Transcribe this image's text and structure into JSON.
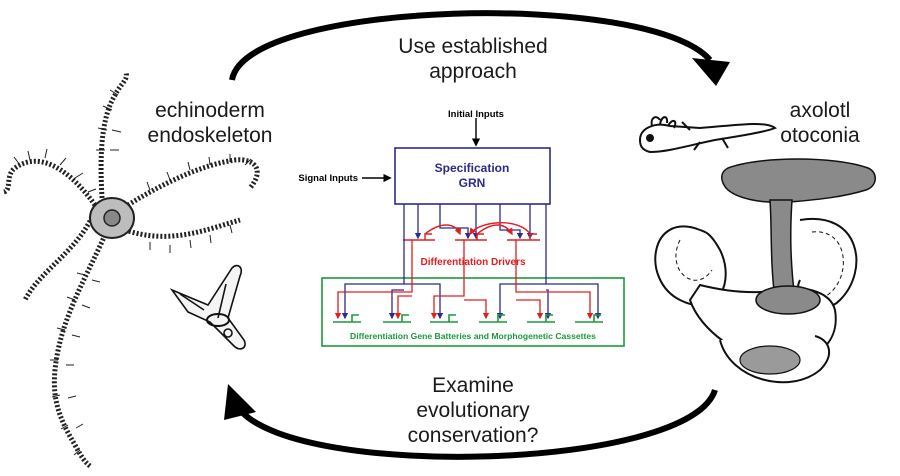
{
  "cycle": {
    "top_label": [
      "Use established",
      "approach"
    ],
    "bottom_label": [
      "Examine",
      "evolutionary",
      "conservation?"
    ]
  },
  "left": {
    "label": [
      "echinoderm",
      "endoskeleton"
    ],
    "organism": "brittle-star",
    "cell": "spicule-forming-cell"
  },
  "right": {
    "label": [
      "axolotl",
      "otoconia"
    ],
    "organism": "axolotl",
    "organ": "inner-ear"
  },
  "grn": {
    "initial_inputs": "Initial Inputs",
    "signal_inputs": "Signal Inputs",
    "spec_title": [
      "Specification",
      "GRN"
    ],
    "drivers_label": "Differentiation Drivers",
    "batteries_label": "Differentiation Gene Batteries and Morphogenetic Cassettes"
  },
  "colors": {
    "spec_blue": "#2b2b8c",
    "driver_red": "#e02020",
    "battery_green": "#1a9a3a",
    "arrow_black": "#000000",
    "organ_gray": "#8a8a8a"
  }
}
